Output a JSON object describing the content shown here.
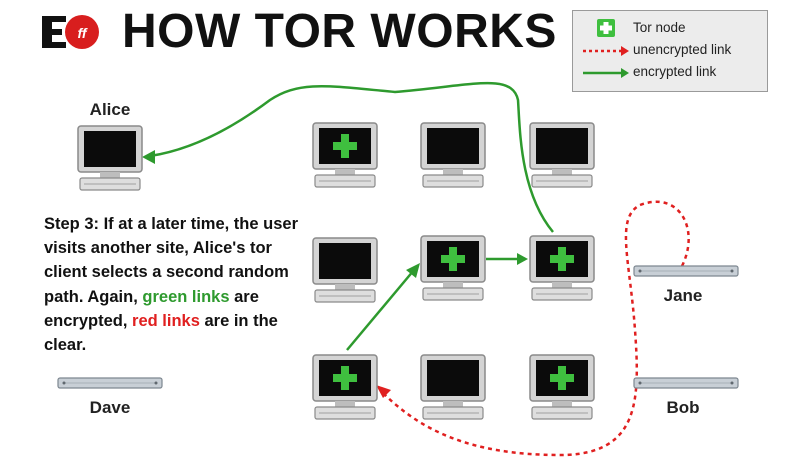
{
  "header": {
    "title": "HOW TOR WORKS",
    "logo_text": "EFF"
  },
  "legend": {
    "items": [
      {
        "label": "Tor node",
        "kind": "node"
      },
      {
        "label": "unencrypted link",
        "kind": "dotted-red"
      },
      {
        "label": "encrypted link",
        "kind": "solid-green"
      }
    ]
  },
  "people": {
    "alice": "Alice",
    "jane": "Jane",
    "dave": "Dave",
    "bob": "Bob"
  },
  "step": {
    "intro": "Step 3:  If at a later time, the user visits another site, Alice's tor client selects a second random path. Again, ",
    "green_text": "green links",
    "middle": " are encrypted, ",
    "red_text": "red links",
    "end": " are in the clear."
  },
  "colors": {
    "green": "#2e9a2e",
    "red": "#e02020",
    "node_plus": "#3fbf3f",
    "logo_red": "#d81e1e"
  }
}
